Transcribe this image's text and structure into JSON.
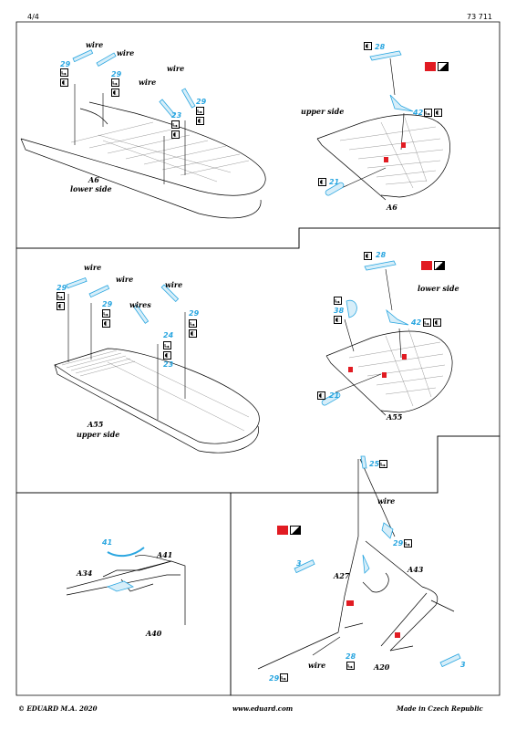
{
  "header": {
    "page": "4/4",
    "code": "73 711"
  },
  "footer": {
    "copyright": "© EDUARD  M.A. 2020",
    "website": "www.eduard.com",
    "origin": "Made in Czech Republic"
  },
  "colors": {
    "part_blue": "#2aa6e0",
    "paint_red": "#e11b22",
    "line": "#000000"
  },
  "icons": [
    "bend-icon",
    "twist-icon",
    "paint-red-icon",
    "paint-black-white-icon"
  ],
  "panels": {
    "p1": {
      "part_label": "A6",
      "side_label": "lower side",
      "wire_labels": [
        "wire",
        "wire",
        "wire",
        "wire"
      ],
      "part_numbers": [
        "29",
        "29",
        "23",
        "29"
      ]
    },
    "p2": {
      "part_label": "A6",
      "side_label": "upper side",
      "part_numbers": [
        "28",
        "42",
        "21"
      ]
    },
    "p3": {
      "part_label": "A55",
      "side_label": "upper side",
      "wire_labels": [
        "wire",
        "wire",
        "wire",
        "wires"
      ],
      "part_numbers": [
        "29",
        "29",
        "29",
        "24",
        "23"
      ]
    },
    "p4": {
      "part_label": "A55",
      "side_label": "lower side",
      "part_numbers": [
        "28",
        "38",
        "42",
        "21"
      ]
    },
    "p5": {
      "part_labels": [
        "A41",
        "A34",
        "A40"
      ],
      "part_numbers": [
        "41"
      ]
    },
    "p6": {
      "part_labels": [
        "A27",
        "A43",
        "A20"
      ],
      "wire_labels": [
        "wire",
        "wire"
      ],
      "part_numbers": [
        "25",
        "29",
        "3",
        "28",
        "29",
        "3"
      ]
    }
  }
}
